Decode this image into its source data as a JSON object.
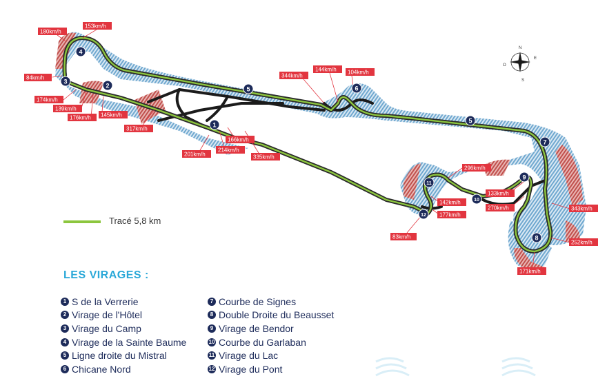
{
  "compass": {
    "n": "N",
    "e": "E",
    "s": "S",
    "o": "O"
  },
  "legend": {
    "label": "Tracé 5,8 km",
    "line_color": "#8cc63e"
  },
  "virages_title": "LES VIRAGES :",
  "virages": [
    {
      "num": "1",
      "name": "S de la Verrerie"
    },
    {
      "num": "2",
      "name": "Virage de l'Hôtel"
    },
    {
      "num": "3",
      "name": "Virage du Camp"
    },
    {
      "num": "4",
      "name": "Virage de la Sainte Baume"
    },
    {
      "num": "5",
      "name": "Ligne droite du Mistral"
    },
    {
      "num": "6",
      "name": "Chicane Nord"
    },
    {
      "num": "7",
      "name": "Courbe de Signes"
    },
    {
      "num": "8",
      "name": "Double Droite du Beausset"
    },
    {
      "num": "9",
      "name": "Virage de Bendor"
    },
    {
      "num": "10",
      "name": "Courbe du Garlaban"
    },
    {
      "num": "11",
      "name": "Virage du Lac"
    },
    {
      "num": "12",
      "name": "Virage du Pont"
    }
  ],
  "map_markers": [
    "1",
    "2",
    "3",
    "4",
    "5",
    "5",
    "6",
    "7",
    "8",
    "9",
    "10",
    "11",
    "12"
  ],
  "speeds": [
    "180km/h",
    "153km/h",
    "84km/h",
    "174km/h",
    "139km/h",
    "176km/h",
    "145km/h",
    "317km/h",
    "201km/h",
    "214km/h",
    "166km/h",
    "335km/h",
    "344km/h",
    "144km/h",
    "104km/h",
    "296km/h",
    "133km/h",
    "270km/h",
    "142km/h",
    "177km/h",
    "83km/h",
    "343km/h",
    "252km/h",
    "171km/h"
  ],
  "colors": {
    "track_green": "#8cc63e",
    "runoff_blue": "#6fa8cf",
    "gravel_red": "#c0504d",
    "asphalt": "#1b1b1b",
    "marker_navy": "#1d2b5a",
    "label_red": "#e2353f",
    "title_blue": "#2aa8d8"
  }
}
